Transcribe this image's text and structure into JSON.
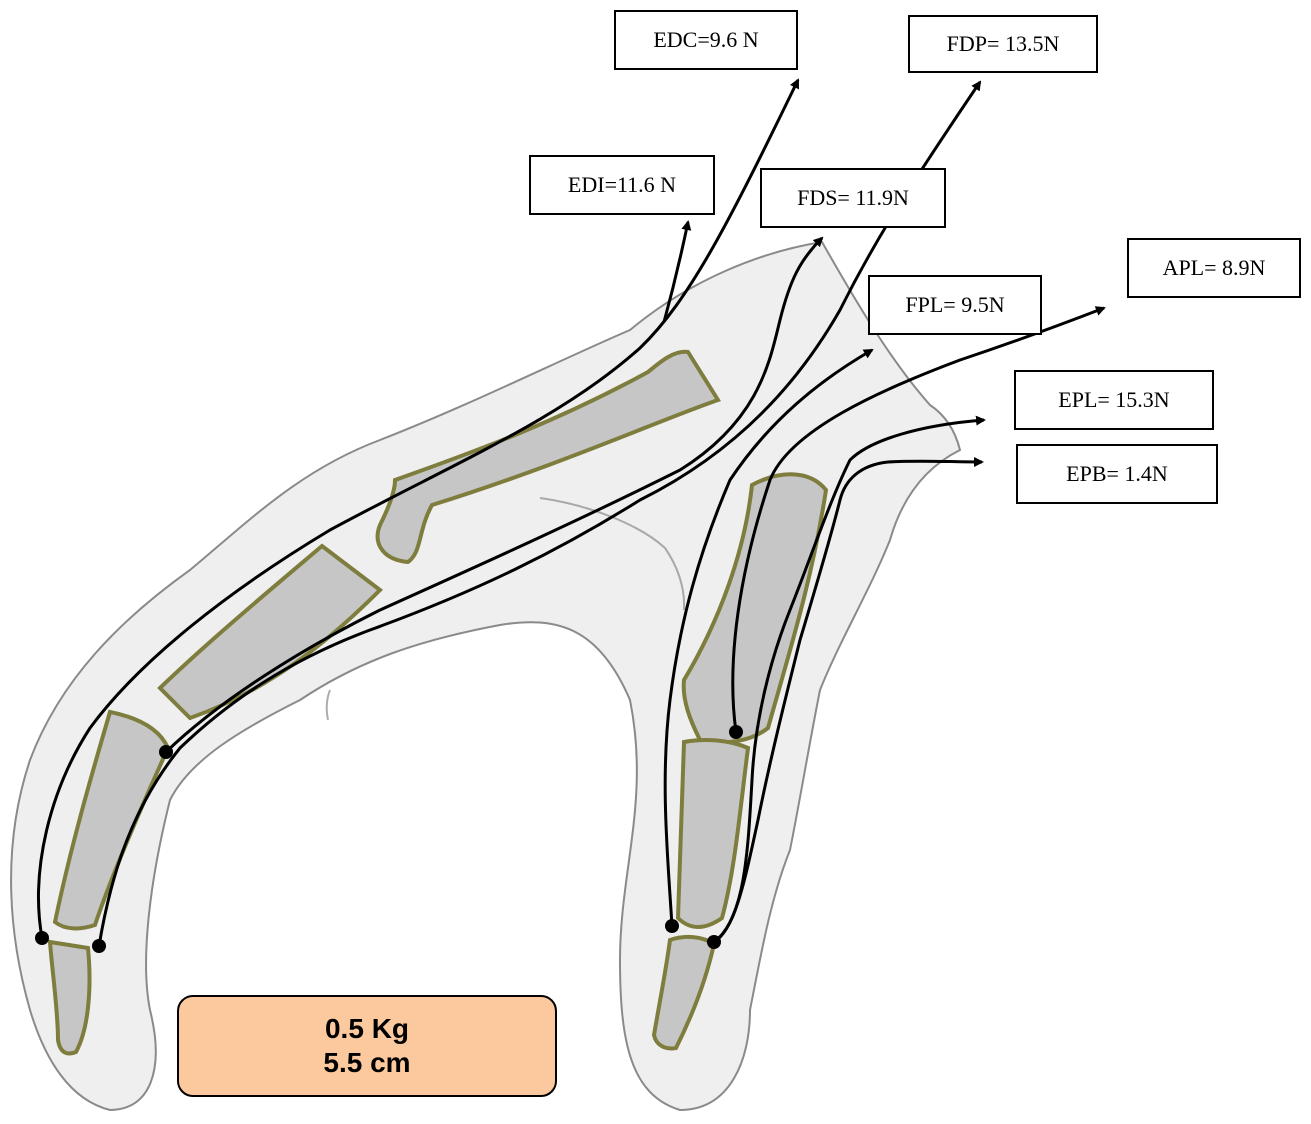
{
  "tendons": [
    {
      "label": "EDC=9.6 N"
    },
    {
      "label": "FDP= 13.5N"
    },
    {
      "label": "EDI=11.6 N"
    },
    {
      "label": "FDS= 11.9N"
    },
    {
      "label": "FPL= 9.5N"
    },
    {
      "label": "APL= 8.9N"
    },
    {
      "label": "EPL= 15.3N"
    },
    {
      "label": "EPB= 1.4N"
    }
  ],
  "load": {
    "mass": "0.5 Kg",
    "distance": "5.5 cm",
    "fill_color": "#fbc99d"
  },
  "colors": {
    "skin": "#efefef",
    "bone": "#c6c6c6",
    "bone_outline": "#7e7d3e",
    "tendon": "#000000"
  }
}
